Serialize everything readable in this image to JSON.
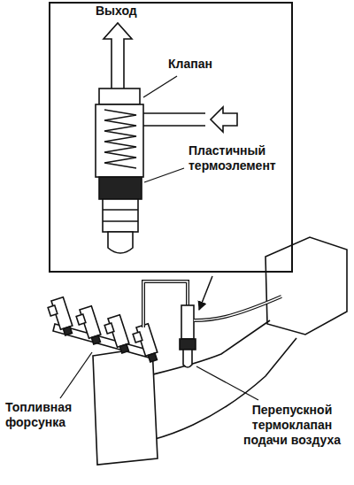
{
  "diagram": {
    "nodes": [
      {
        "text": [
          "Выход",
          "Клапан",
          "Пластичный термоэлемент"
        ]
      }
    ],
    "labels": [
      "Топливная форсунка",
      "Перепускной термоклапан подачи воздуха"
    ]
  }
}
